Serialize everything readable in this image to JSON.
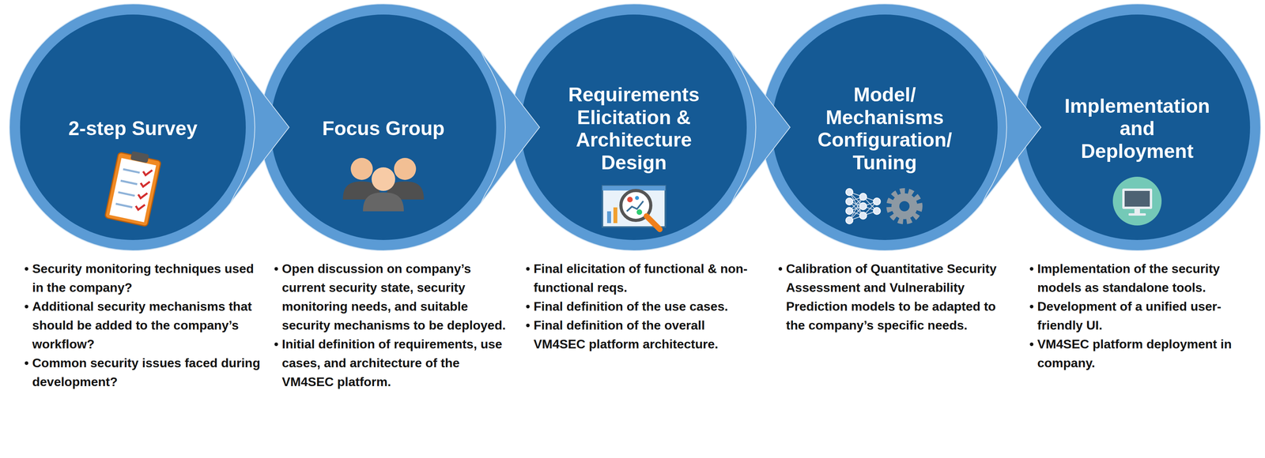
{
  "diagram": {
    "nodes": [
      {
        "text": [
          "2-step Survey",
          "Security monitoring techniques used in the company?",
          "Additional security mechanisms that should be added to the company’s workflow?",
          "Common security issues faced during development?"
        ]
      },
      {
        "text": [
          "Focus Group",
          "Open discussion on company’s current security state, security monitoring needs, and suitable security mechanisms to be deployed.",
          "Initial definition of requirements, use cases, and architecture of the VM4SEC platform."
        ]
      },
      {
        "text": [
          "Requirements Elicitation & Architecture Design",
          "Final elicitation of functional & non-functional reqs.",
          "Final definition of the use cases.",
          "Final definition of the overall VM4SEC platform architecture."
        ]
      },
      {
        "text": [
          "Model/ Mechanisms Configuration/ Tuning",
          "Calibration of Quantitative Security Assessment and Vulnerability Prediction models to be adapted to the company’s specific needs."
        ]
      },
      {
        "text": [
          "Implementation and Deployment",
          "Implementation of the security models as standalone tools.",
          "Development of a unified user-friendly UI.",
          "VM4SEC platform deployment in company."
        ]
      }
    ],
    "edges": [
      {
        "from": 0,
        "to": 1,
        "arrow": "to"
      },
      {
        "from": 1,
        "to": 2,
        "arrow": "to"
      },
      {
        "from": 2,
        "to": 3,
        "arrow": "to"
      },
      {
        "from": 3,
        "to": 4,
        "arrow": "to"
      }
    ]
  }
}
